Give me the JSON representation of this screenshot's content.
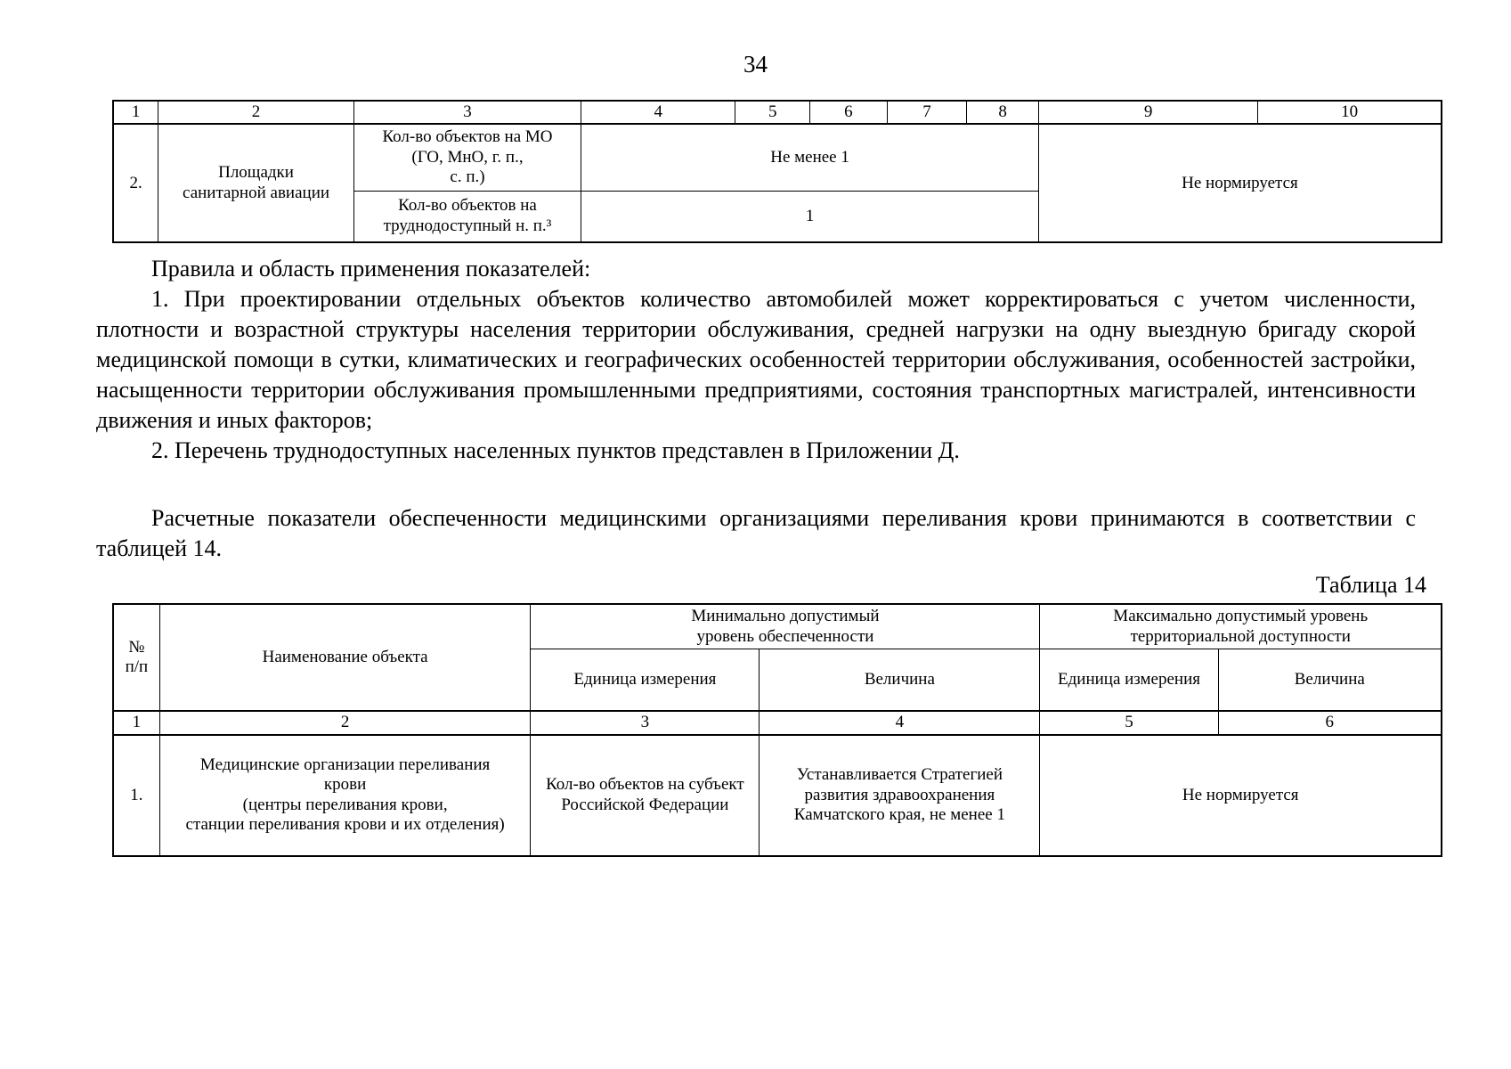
{
  "page": {
    "number": "34"
  },
  "table1": {
    "column_numbers": [
      "1",
      "2",
      "3",
      "4",
      "5",
      "6",
      "7",
      "8",
      "9",
      "10"
    ],
    "row": {
      "num": "2.",
      "object_name": [
        "Площадки",
        "санитарной авиации"
      ],
      "indicator1": [
        "Кол-во объектов на МО",
        "(ГО, МнО, г. п.,",
        "с. п.)"
      ],
      "value1": "Не менее 1",
      "indicator2": [
        "Кол-во объектов на",
        "труднодоступный н. п.³"
      ],
      "value2": "1",
      "norm": "Не нормируется"
    }
  },
  "paragraphs": {
    "rules_heading": "Правила и область применения показателей:",
    "rule1": "1. При проектировании отдельных объектов количество автомобилей может корректироваться с учетом численности, плотности и возрастной структуры населения территории обслуживания, средней нагрузки на одну выездную бригаду скорой медицинской помощи в сутки, климатических и географических особенностей территории обслуживания, особенностей застройки, насыщенности территории обслуживания промышленными предприятиями, состояния транспортных магистралей, интенсивности движения и иных факторов;",
    "rule2": "2. Перечень труднодоступных населенных пунктов представлен в Приложении Д.",
    "blood_text": "Расчетные показатели обеспеченности медицинскими организациями переливания крови принимаются в соответствии с таблицей 14."
  },
  "table2": {
    "caption": "Таблица 14",
    "headers": {
      "num": [
        "№",
        "п/п"
      ],
      "name": "Наименование объекта",
      "min_group": [
        "Минимально допустимый",
        "уровень обеспеченности"
      ],
      "max_group": [
        "Максимально допустимый уровень",
        "территориальной доступности"
      ],
      "unit": "Единица измерения",
      "value": "Величина"
    },
    "column_numbers": [
      "1",
      "2",
      "3",
      "4",
      "5",
      "6"
    ],
    "row": {
      "num": "1.",
      "name": [
        "Медицинские организации переливания",
        "крови",
        "(центры переливания крови,",
        "станции переливания крови и их отделения)"
      ],
      "min_unit": [
        "Кол-во объектов на субъект",
        "Российской Федерации"
      ],
      "min_value": [
        "Устанавливается Стратегией",
        "развития здравоохранения",
        "Камчатского края, не менее 1"
      ],
      "max_norm": "Не нормируется"
    }
  }
}
